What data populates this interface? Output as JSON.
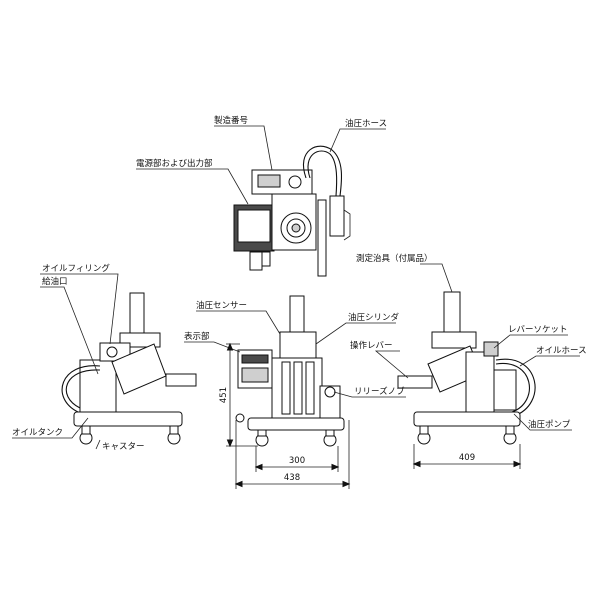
{
  "labels": {
    "serial_number": "製造番号",
    "oil_hose_top": "油圧ホース",
    "power_output": "電源部および出力部",
    "oil_filling": "オイルフィリング",
    "filler_port": "給油口",
    "oil_sensor": "油圧センサー",
    "oil_cylinder": "油圧シリンダ",
    "display": "表示部",
    "measuring_jig": "測定治具（付属品）",
    "lever_socket": "レバーソケット",
    "operating_lever": "操作レバー",
    "oil_hose_right": "オイルホース",
    "release_knob": "リリーズノブ",
    "oil_tank": "オイルタンク",
    "caster": "キャスター",
    "oil_pump": "油圧ポンプ"
  },
  "dimensions": {
    "height": "451",
    "width_inner": "300",
    "width_outer": "438",
    "depth": "409"
  }
}
